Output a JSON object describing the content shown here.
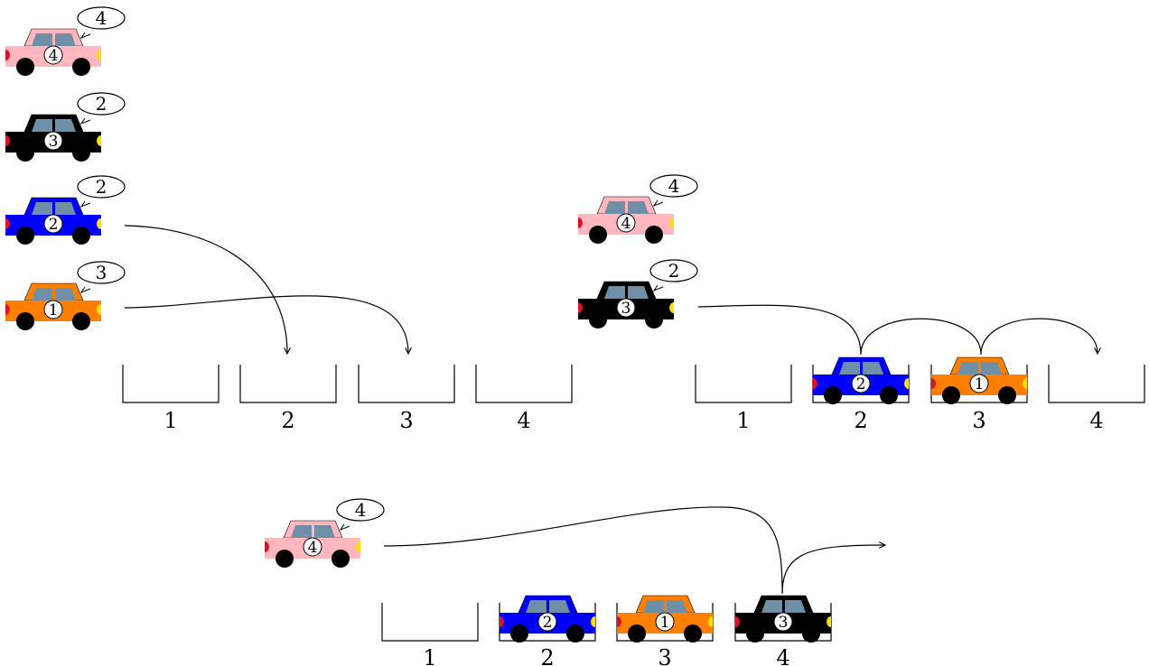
{
  "colors": {
    "window": "#6f8fa6",
    "tail_light": "#e0102a",
    "head_light": "#ffe000",
    "wheel": "#000000",
    "outline": "#000000"
  },
  "cars": {
    "pink": {
      "color": "#ffb6bd",
      "label": "4",
      "bubble": "4"
    },
    "black": {
      "color": "#000000",
      "label": "3",
      "bubble": "2"
    },
    "blue": {
      "color": "#0000ff",
      "label": "2",
      "bubble": "2"
    },
    "orange": {
      "color": "#ff8000",
      "label": "1",
      "bubble": "3"
    }
  },
  "spot_labels": [
    "1",
    "2",
    "3",
    "4"
  ]
}
